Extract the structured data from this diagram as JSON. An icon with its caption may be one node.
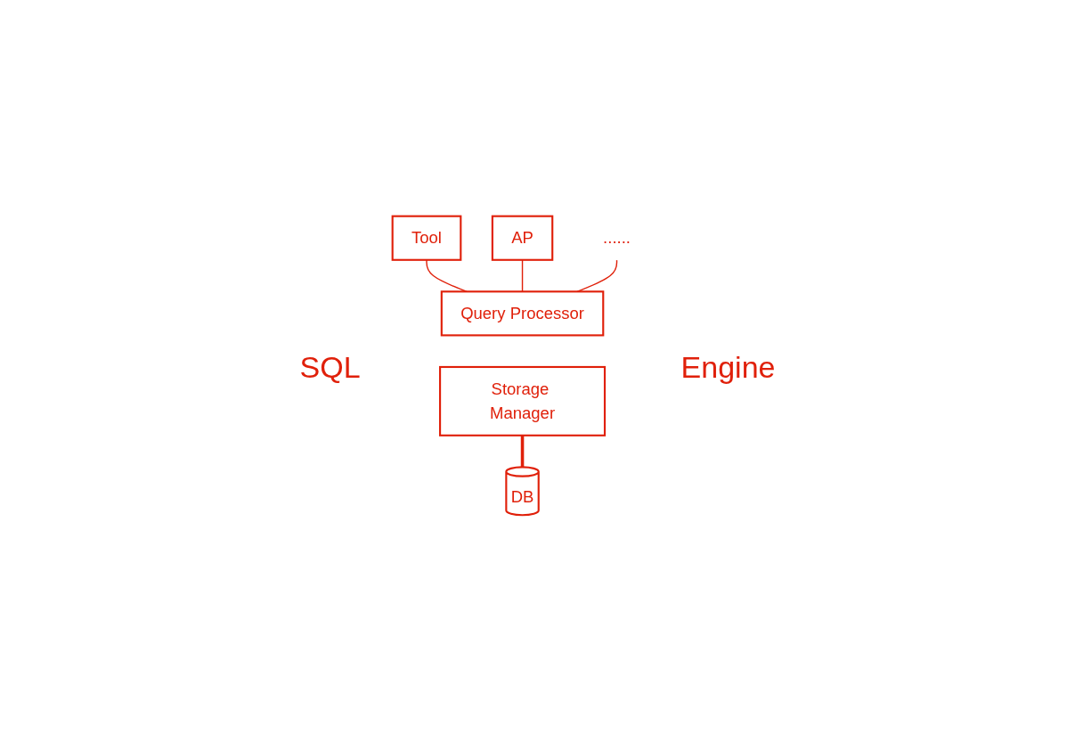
{
  "diagram": {
    "nodes": [
      {
        "text": [
          "Tool"
        ]
      },
      {
        "text": [
          "AP"
        ]
      },
      {
        "text": [
          "......"
        ]
      },
      {
        "text": [
          "Query Processor"
        ],
        "beside": [
          "SQL"
        ]
      },
      {
        "text": [
          "Storage Manager"
        ]
      },
      {
        "text": [
          "DB"
        ]
      }
    ],
    "edges": [
      {
        "from": 0,
        "to": 3,
        "arrow": "none"
      },
      {
        "from": 1,
        "to": 3,
        "arrow": "none"
      },
      {
        "from": 2,
        "to": 3,
        "arrow": "none"
      },
      {
        "from": 4,
        "to": 5,
        "arrow": "none",
        "style": "thick"
      }
    ],
    "labels": [
      "Engine"
    ]
  }
}
